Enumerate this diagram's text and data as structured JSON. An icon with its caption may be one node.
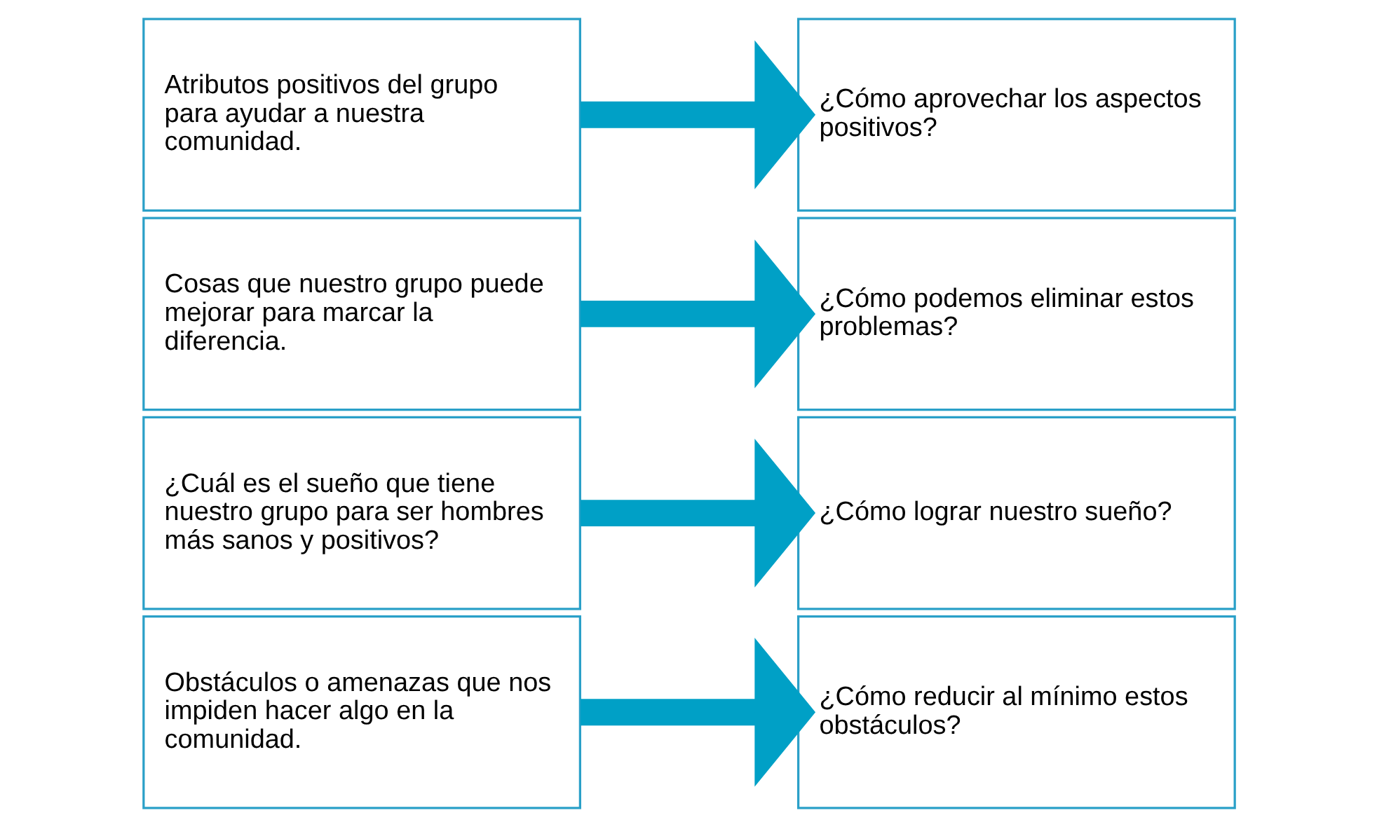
{
  "diagram": {
    "nodes": [
      {
        "text": [
          "Atributos positivos del grupo para ayudar a nuestra comunidad."
        ]
      },
      {
        "text": [
          "Cosas que nuestro grupo puede mejorar para marcar la diferencia."
        ]
      },
      {
        "text": [
          "¿Cuál es el sueño que tiene nuestro grupo para ser hombres más sanos y positivos?"
        ]
      },
      {
        "text": [
          "Obstáculos o amenazas que nos impiden hacer algo en la comunidad."
        ]
      },
      {
        "text": [
          "¿Cómo aprovechar los aspectos positivos?"
        ]
      },
      {
        "text": [
          "¿Cómo podemos eliminar estos problemas?"
        ]
      },
      {
        "text": [
          "¿Cómo lograr nuestro sueño?"
        ]
      },
      {
        "text": [
          "¿Cómo reducir al mínimo estos obstáculos?"
        ]
      }
    ],
    "edges": [
      {
        "from": 0,
        "to": 4,
        "arrow": "to"
      },
      {
        "from": 1,
        "to": 5,
        "arrow": "to"
      },
      {
        "from": 2,
        "to": 6,
        "arrow": "to"
      },
      {
        "from": 3,
        "to": 7,
        "arrow": "to"
      }
    ]
  }
}
